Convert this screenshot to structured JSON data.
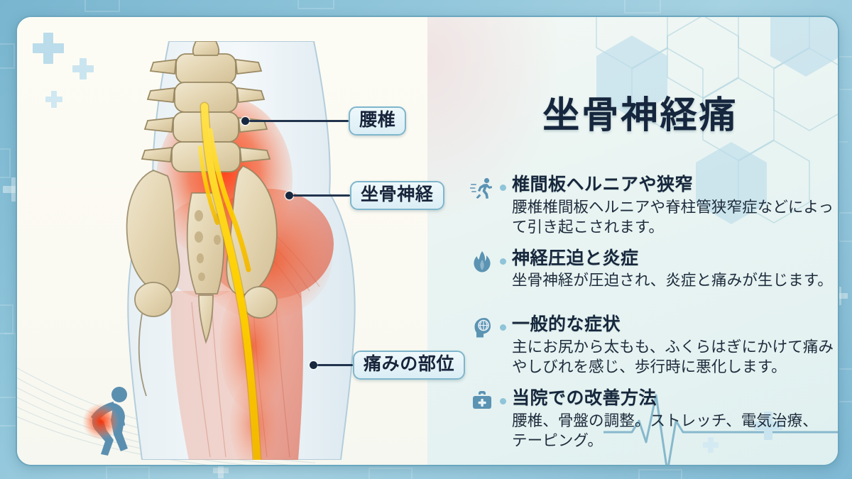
{
  "title": "坐骨神経痛",
  "illustration": {
    "alt_name": "腰椎・骨盤と坐骨神経の解剖図",
    "callouts": [
      {
        "id": "lumbar",
        "label": "腰椎"
      },
      {
        "id": "sciatic",
        "label": "坐骨神経"
      },
      {
        "id": "pain",
        "label": "痛みの部位"
      }
    ],
    "pictogram": "person-with-back-pain-icon"
  },
  "items": [
    {
      "icon": "running-person-icon",
      "heading": "椎間板ヘルニアや狭窄",
      "body_lines": [
        "腰椎椎間板ヘルニアや脊柱管狭窄症などによっ",
        "て引き起こされます。"
      ]
    },
    {
      "icon": "flame-icon",
      "heading": "神経圧迫と炎症",
      "body_lines": [
        "坐骨神経が圧迫され、炎症と痛みが生じます。"
      ]
    },
    {
      "icon": "head-brain-icon",
      "heading": "一般的な症状",
      "body_lines": [
        "主にお尻から太もも、ふくらはぎにかけて痛み",
        "やしびれを感じ、歩行時に悪化します。"
      ]
    },
    {
      "icon": "medical-kit-icon",
      "heading": "当院での改善方法",
      "body_lines": [
        "腰椎、骨盤の調整。ストレッチ、電気治療、",
        "テーピング。"
      ]
    }
  ],
  "colors": {
    "outer_background": "#8cc3d9",
    "card_left": "#fdfcf4",
    "card_right": "#e6f3f1",
    "title_text": "#16263d",
    "icon_blue": "#5b93b3",
    "callout_border": "#7fb6cc",
    "nerve_yellow": "#ffd600",
    "inflammation_red": "#e8461f",
    "bone_beige": "#e2d4b4"
  },
  "decor": {
    "hexagon_pattern": "hexagon-pattern",
    "ecg_line": "heartbeat-line",
    "crosses": "medical-cross-decor"
  }
}
